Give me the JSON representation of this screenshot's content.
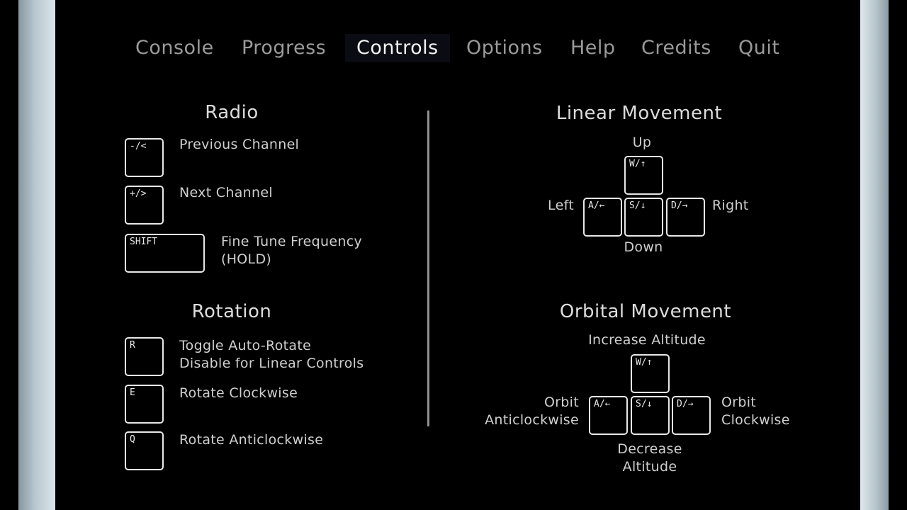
{
  "tabs": [
    "Console",
    "Progress",
    "Controls",
    "Options",
    "Help",
    "Credits",
    "Quit"
  ],
  "active_tab": "Controls",
  "radio": {
    "title": "Radio",
    "bindings": [
      {
        "key": "-/<",
        "desc": "Previous Channel"
      },
      {
        "key": "+/>",
        "desc": "Next Channel"
      },
      {
        "key": "SHIFT",
        "desc_lines": [
          "Fine Tune Frequency",
          "(HOLD)"
        ]
      }
    ]
  },
  "rotation": {
    "title": "Rotation",
    "bindings": [
      {
        "key": "R",
        "desc_lines": [
          "Toggle Auto-Rotate",
          "Disable for Linear Controls"
        ]
      },
      {
        "key": "E",
        "desc": "Rotate Clockwise"
      },
      {
        "key": "Q",
        "desc": "Rotate Anticlockwise"
      }
    ]
  },
  "linear_movement": {
    "title": "Linear Movement",
    "keys": {
      "up": "W/↑",
      "left": "A/←",
      "down": "S/↓",
      "right": "D/→"
    },
    "labels": {
      "up": "Up",
      "left": "Left",
      "down": "Down",
      "right": "Right"
    }
  },
  "orbital_movement": {
    "title": "Orbital Movement",
    "keys": {
      "up": "W/↑",
      "left": "A/←",
      "down": "S/↓",
      "right": "D/→"
    },
    "labels": {
      "up": "Increase Altitude",
      "left_lines": [
        "Orbit",
        "Anticlockwise"
      ],
      "right_lines": [
        "Orbit",
        "Clockwise"
      ],
      "down_lines": [
        "Decrease",
        "Altitude"
      ]
    }
  }
}
